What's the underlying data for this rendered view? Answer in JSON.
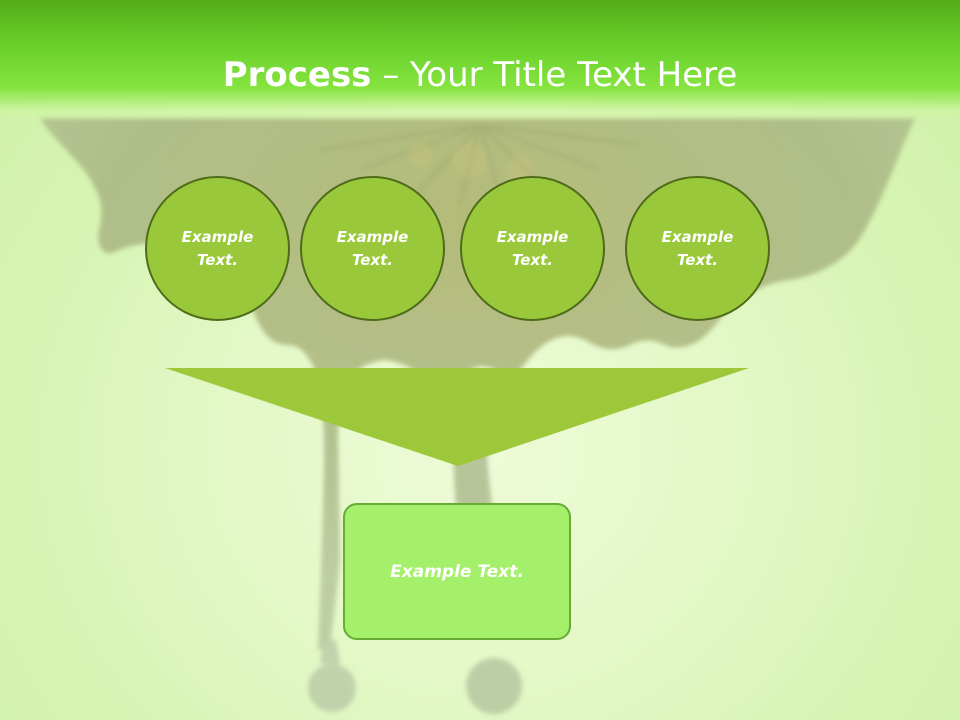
{
  "slide": {
    "title_bold": "Process",
    "title_rest": " – Your Title Text Here",
    "circles": [
      {
        "text": "Example\nText."
      },
      {
        "text": "Example\nText."
      },
      {
        "text": "Example\nText."
      },
      {
        "text": "Example\nText."
      }
    ],
    "result_box": {
      "text": "Example Text."
    }
  },
  "colors": {
    "header_green": "#6ad02b",
    "circle_fill": "#99c93a",
    "circle_border": "#4f6b1a",
    "funnel_fill": "#9cc83a",
    "box_fill": "#a5f06b",
    "box_border": "#69aa35",
    "text": "#ffffff"
  }
}
